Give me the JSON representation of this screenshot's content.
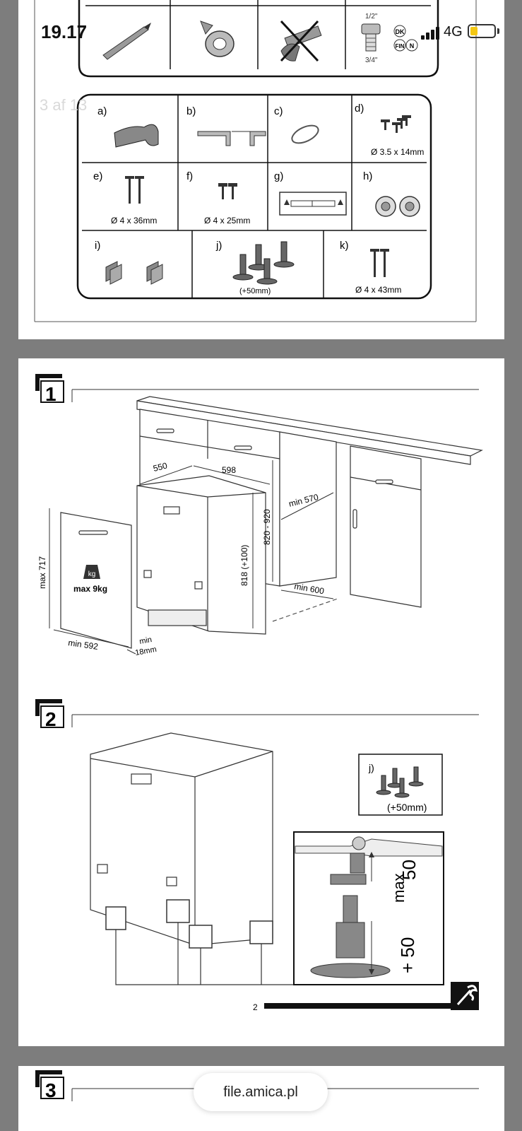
{
  "status_bar": {
    "time": "19.17",
    "network": "4G",
    "battery_level": 0.3
  },
  "viewer": {
    "page_indicator": "3 af 13",
    "url": "file.amica.pl"
  },
  "tools_strip": {
    "hose_top": "1/2\"",
    "hose_bottom": "3/4\"",
    "countries": [
      "DK",
      "FIN",
      "N"
    ]
  },
  "parts": {
    "a": {
      "letter": "a)",
      "caption": ""
    },
    "b": {
      "letter": "b)",
      "caption": ""
    },
    "c": {
      "letter": "c)",
      "caption": ""
    },
    "d": {
      "letter": "d)",
      "caption": "Ø 3.5 x 14mm"
    },
    "e": {
      "letter": "e)",
      "caption": "Ø 4 x 36mm"
    },
    "f": {
      "letter": "f)",
      "caption": "Ø 4 x 25mm"
    },
    "g": {
      "letter": "g)",
      "caption": ""
    },
    "h": {
      "letter": "h)",
      "caption": ""
    },
    "i": {
      "letter": "i)",
      "caption": ""
    },
    "j": {
      "letter": "j)",
      "caption": "(+50mm)"
    },
    "k": {
      "letter": "k)",
      "caption": "Ø 4 x 43mm"
    }
  },
  "step1": {
    "number": "1",
    "dims": {
      "width_550": "550",
      "width_598": "598",
      "height_range": "820 - 920",
      "min_570": "min 570",
      "height_818": "818 (+100)",
      "min_600": "min 600",
      "max_717": "max 717",
      "kg": "kg",
      "max_9kg": "max 9kg",
      "min_592": "min 592",
      "min_18_top": "min",
      "min_18_bottom": "18mm"
    }
  },
  "step2": {
    "number": "2",
    "inset_letter": "j)",
    "inset_caption": "(+50mm)",
    "max_label": "max",
    "max_value": "50",
    "plus_label": "+ 50"
  },
  "footer": {
    "page_number": "2"
  },
  "step3": {
    "number": "3"
  }
}
